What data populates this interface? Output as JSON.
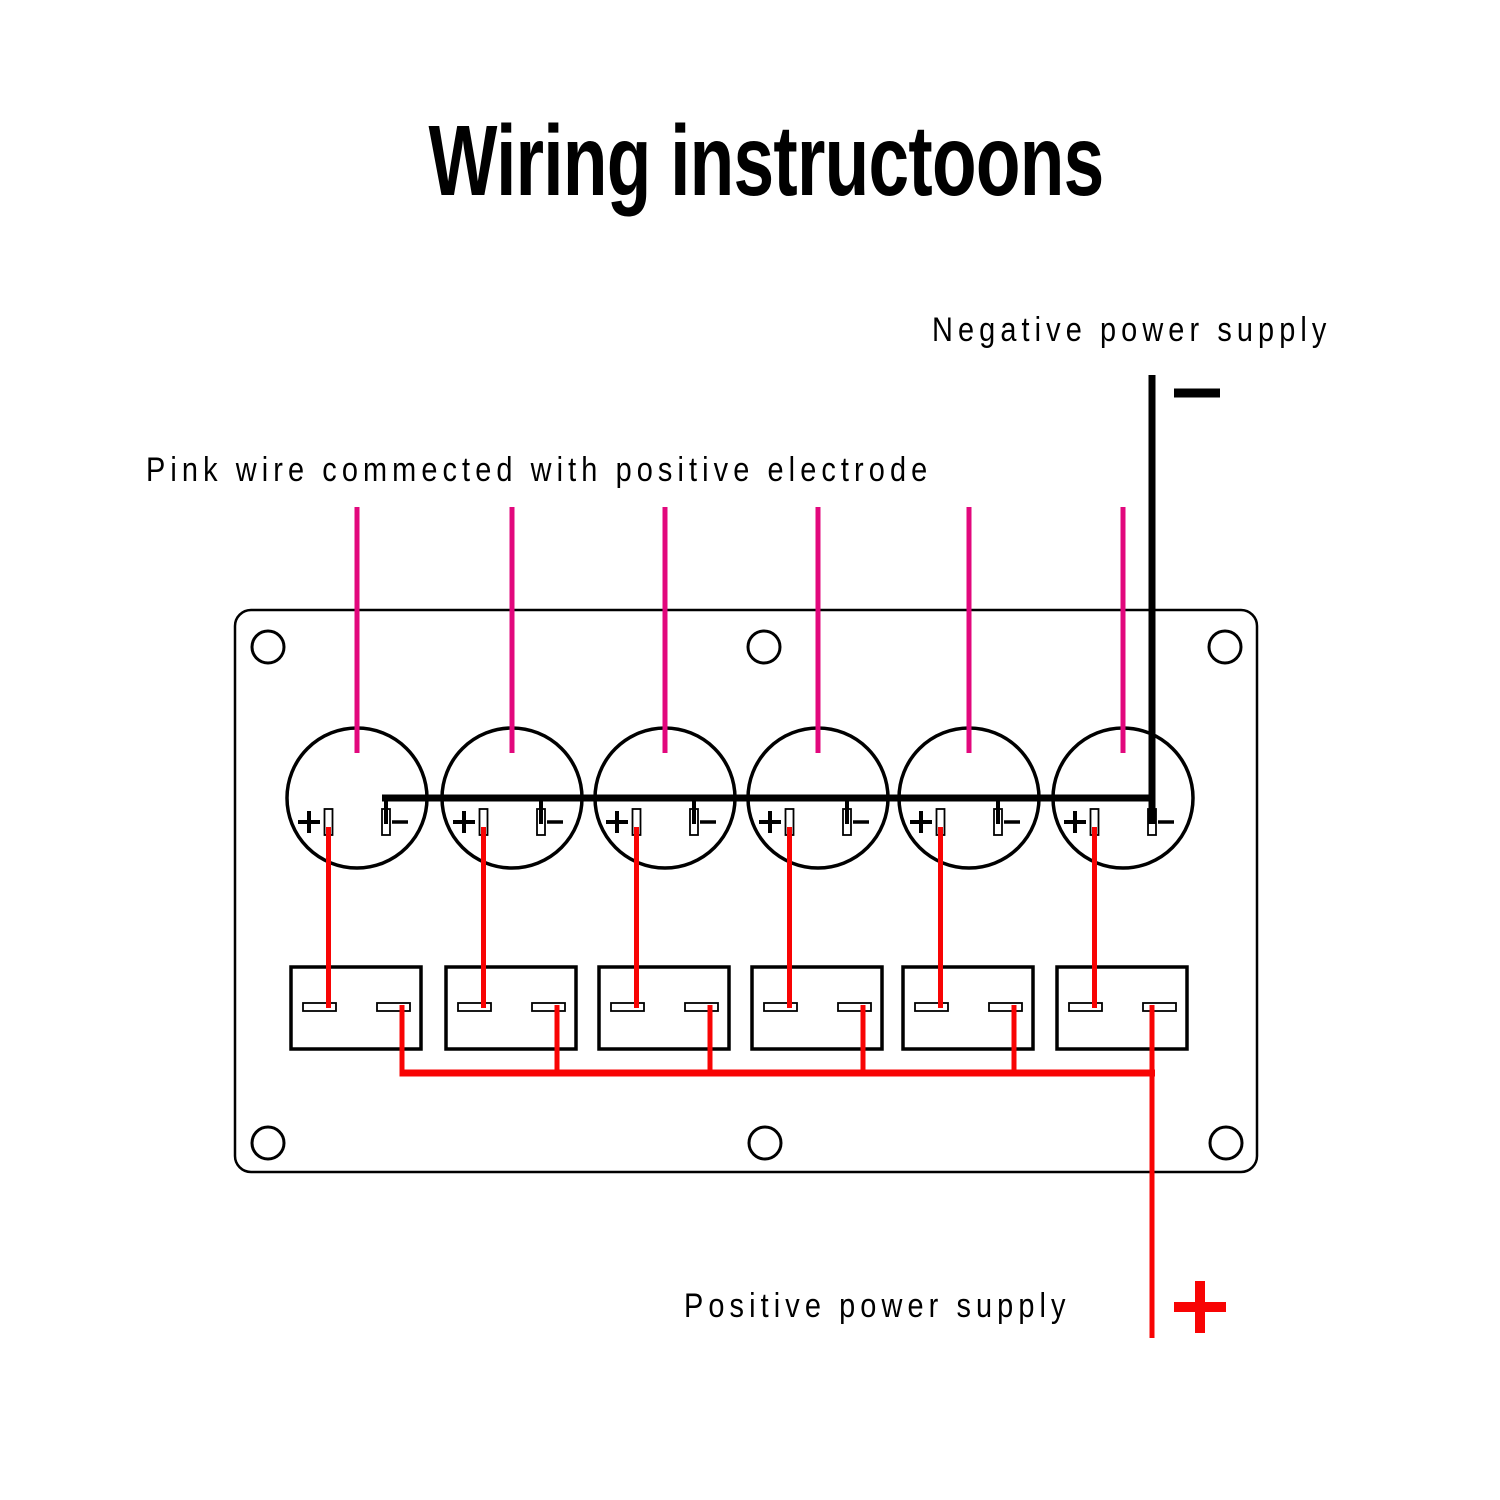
{
  "title": "Wiring instructoons",
  "annotations": {
    "negative_label": "Negative power supply",
    "negative_symbol": "−",
    "pink_wire_label": "Pink wire commected with positive electrode",
    "positive_label": "Positive power supply",
    "positive_symbol": "+"
  },
  "panel": {
    "switch_count": 6,
    "fuse_count": 6,
    "mounting_hole_count": 6,
    "terminal_plus": "+",
    "terminal_minus": "-"
  },
  "colors": {
    "pink_wire": "#E2087D",
    "red_wire": "#F80404",
    "black": "#000000",
    "background": "#FFFFFF"
  }
}
